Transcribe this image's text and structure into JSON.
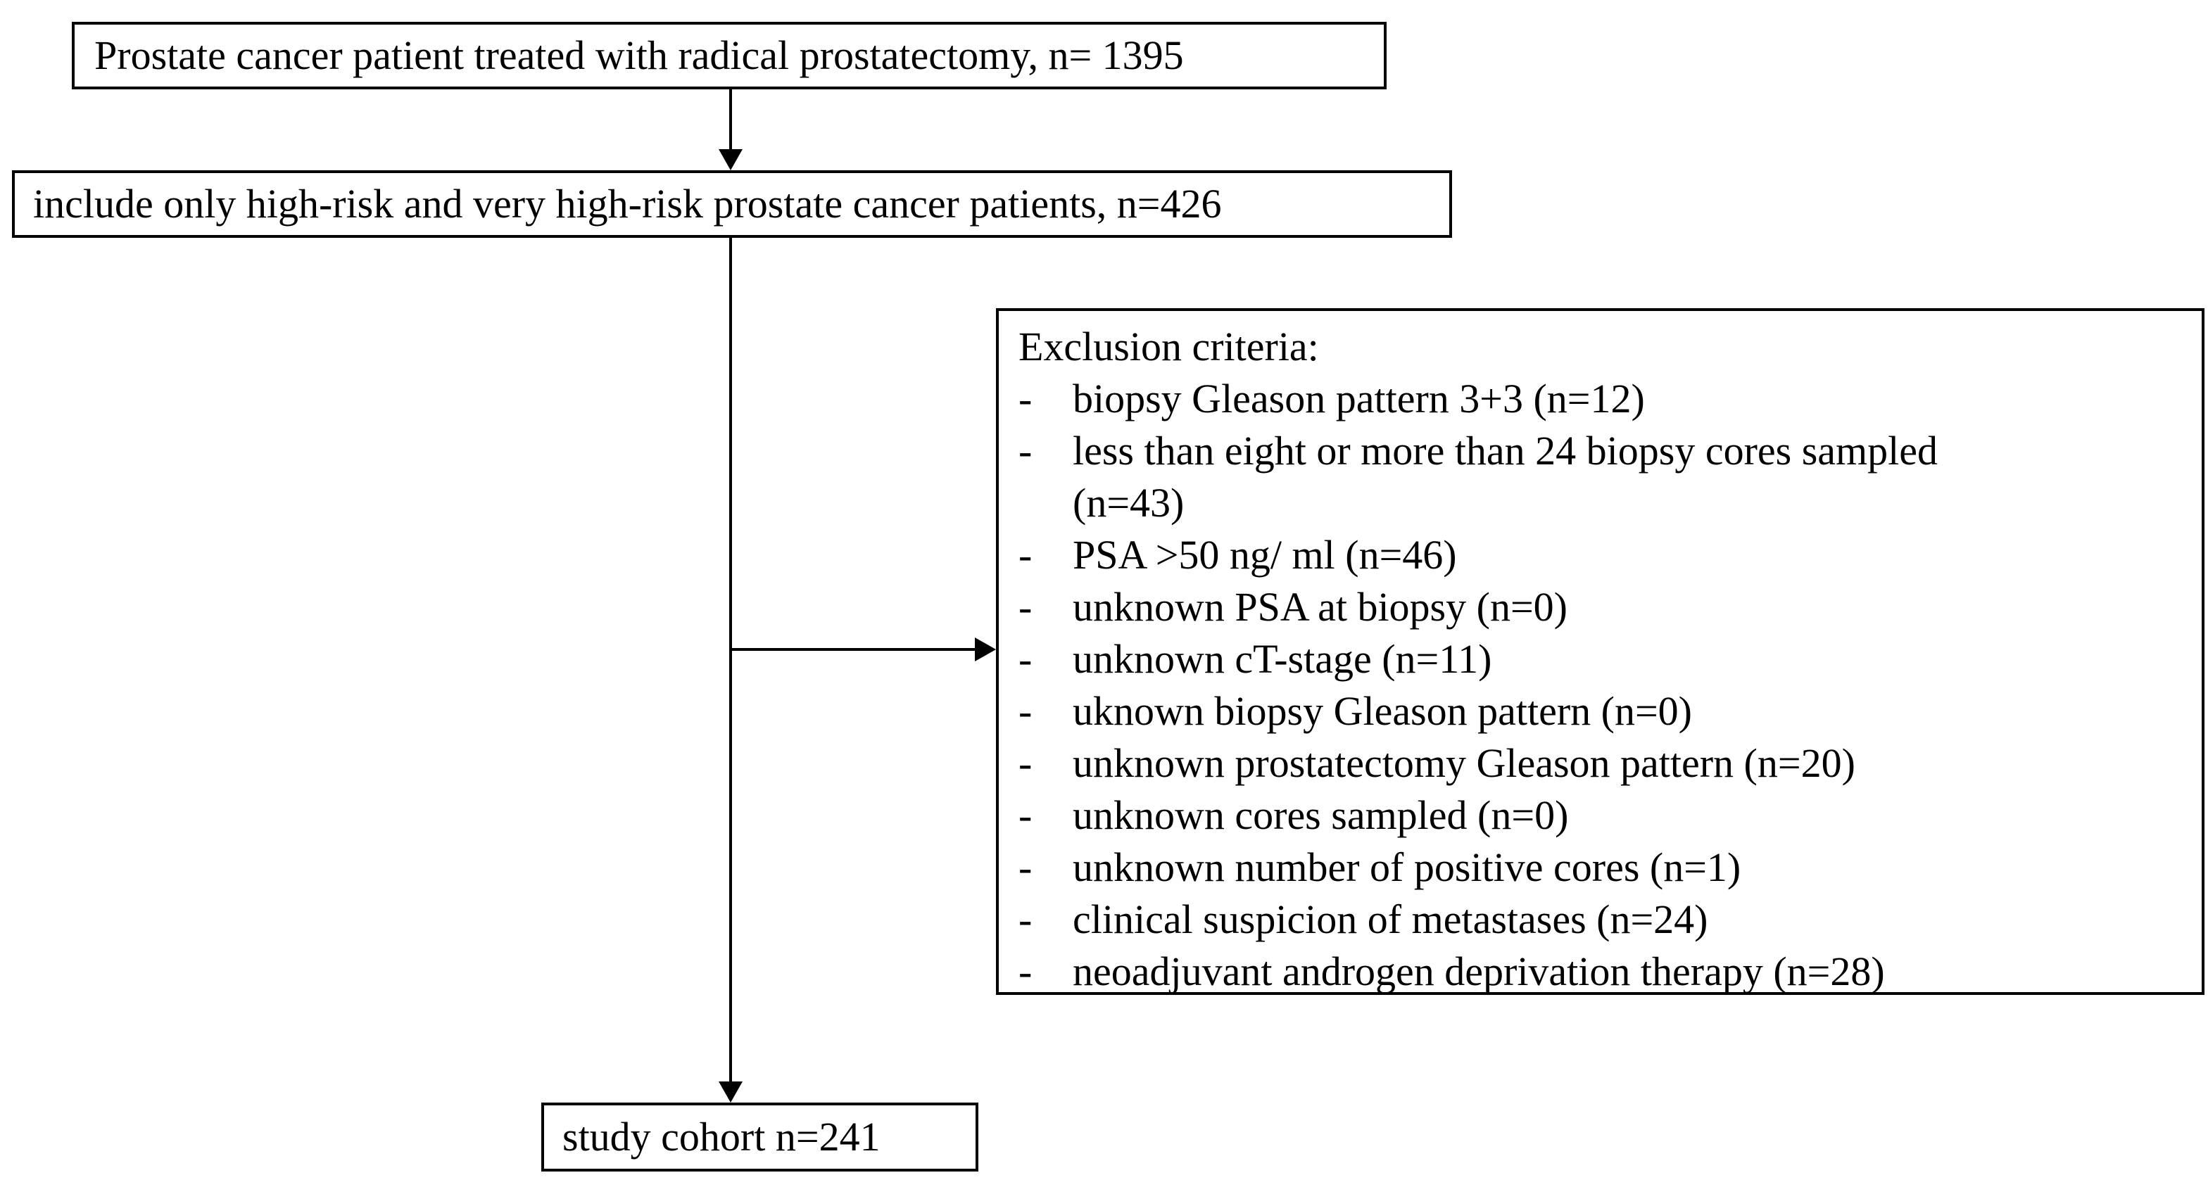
{
  "diagram": {
    "boxes": {
      "total": "Prostate cancer patient treated with radical prostatectomy, n= 1395",
      "highrisk": "include only high-risk and very high-risk prostate cancer patients, n=426",
      "cohort": "study cohort n=241"
    },
    "exclusion": {
      "title": "Exclusion criteria:",
      "bullet": "-",
      "items": [
        "biopsy Gleason pattern 3+3 (n=12)",
        "less than eight or more than 24 biopsy cores sampled\n(n=43)",
        "PSA >50 ng/ ml (n=46)",
        "unknown PSA at biopsy (n=0)",
        "unknown cT-stage (n=11)",
        "uknown biopsy Gleason pattern (n=0)",
        "unknown prostatectomy Gleason pattern (n=20)",
        "unknown cores sampled (n=0)",
        "unknown number of positive cores (n=1)",
        "clinical suspicion of metastases (n=24)",
        "neoadjuvant androgen deprivation therapy (n=28)"
      ]
    },
    "colors": {
      "stroke": "#000000",
      "background": "#ffffff",
      "text": "#000000"
    }
  }
}
